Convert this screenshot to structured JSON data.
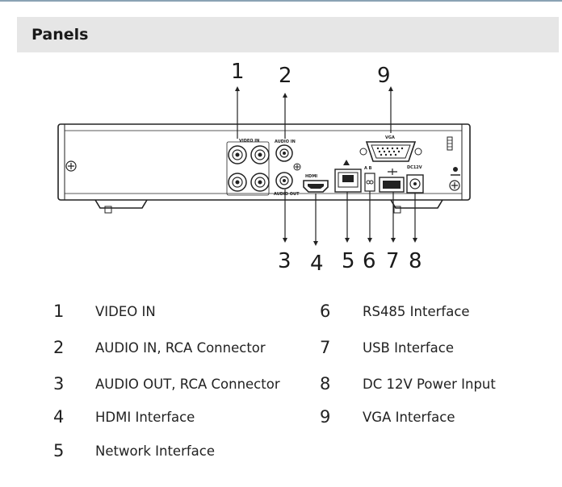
{
  "section": {
    "title": "Panels"
  },
  "diagram": {
    "callouts": [
      "1",
      "2",
      "3",
      "4",
      "5",
      "6",
      "7",
      "8",
      "9"
    ],
    "port_labels": {
      "video_in": "VIDEO IN",
      "audio_in": "AUDIO IN",
      "audio_out": "AUDIO OUT",
      "hdmi": "HDMI",
      "vga": "VGA",
      "rs485": "A B",
      "power": "DC12V"
    }
  },
  "legend": [
    {
      "num": "1",
      "label": "VIDEO IN"
    },
    {
      "num": "2",
      "label": "AUDIO IN, RCA Connector"
    },
    {
      "num": "3",
      "label": "AUDIO OUT, RCA Connector"
    },
    {
      "num": "4",
      "label": "HDMI Interface"
    },
    {
      "num": "5",
      "label": "Network Interface"
    },
    {
      "num": "6",
      "label": "RS485 Interface"
    },
    {
      "num": "7",
      "label": "USB Interface"
    },
    {
      "num": "8",
      "label": "DC 12V Power Input"
    },
    {
      "num": "9",
      "label": "VGA Interface"
    }
  ],
  "colors": {
    "header_bg": "#e6e6e6",
    "line": "#222222"
  }
}
